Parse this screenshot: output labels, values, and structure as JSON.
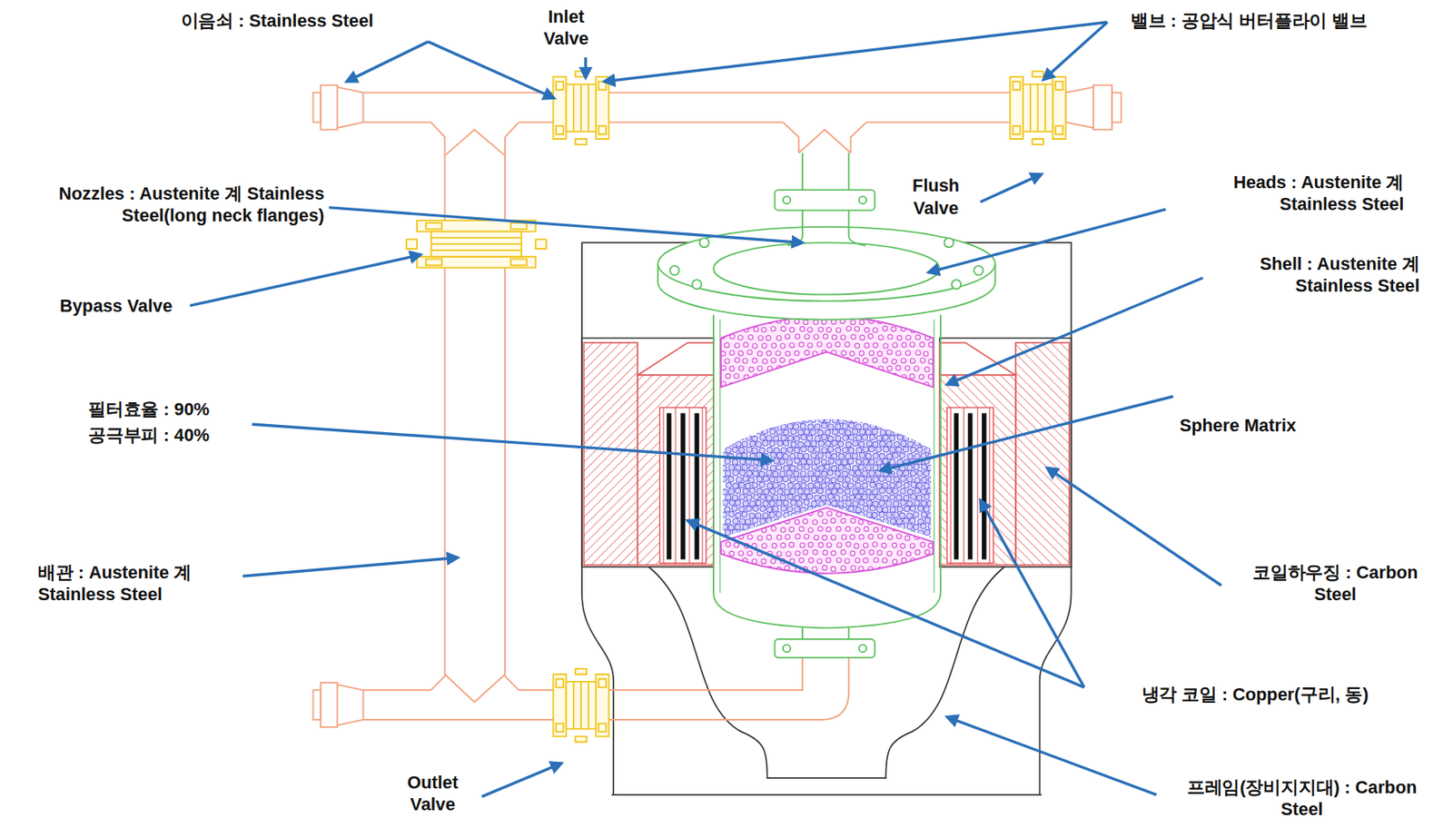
{
  "diagram": {
    "labels": [
      "이음쇠 : Stainless Steel",
      "Inlet Valve",
      "밸브 : 공압식 버터플라이 밸브",
      "Nozzles : Austenite 계 Stainless Steel(long neck flanges)",
      "Heads : Austenite 계 Stainless Steel",
      "Flush Valve",
      "Shell : Austenite 계 Stainless Steel",
      "Bypass Valve",
      "필터효율 : 90%",
      "공극부피 : 40%",
      "Sphere Matrix",
      "배관 : Austenite 계 Stainless Steel",
      "코일하우징 : Carbon Steel",
      "냉각 코일 : Copper(구리, 동)",
      "Outlet Valve",
      "프레임(장비지지대) : Carbon Steel"
    ]
  }
}
